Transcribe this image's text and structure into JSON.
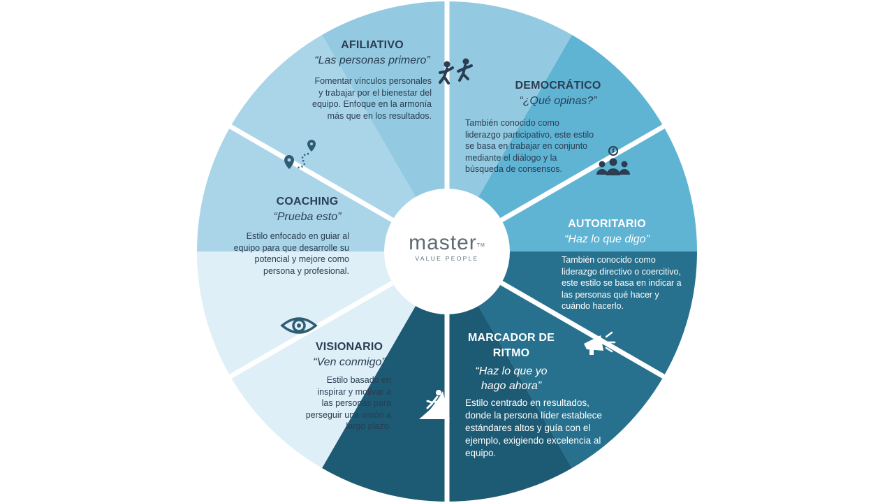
{
  "logo": {
    "main": "master",
    "tm": "TM",
    "sub": "VALUE PEOPLE"
  },
  "segments": {
    "afiliativo": {
      "title": "AFILIATIVO",
      "quote": "“Las personas primero”",
      "desc": "Fomentar vínculos personales y trabajar por el bienestar del equipo. Enfoque en la armonía más que en los resultados.",
      "icon": "people-dancing-icon",
      "color": "#93cae1"
    },
    "democratico": {
      "title": "DEMOCRÁTICO",
      "quote": "“¿Qué opinas?”",
      "desc": "También conocido como liderazgo participativo, este estilo se basa en trabajar en conjunto mediante el diálogo y la búsqueda de consensos.",
      "icon": "team-idea-icon",
      "color": "#5fb3d3"
    },
    "autoritario": {
      "title": "AUTORITARIO",
      "quote": "“Haz lo que digo”",
      "desc": "También conocido como liderazgo directivo o coercitivo, este estilo se basa en indicar a las personas qué hacer y cuándo hacerlo.",
      "icon": "megaphone-icon",
      "color": "#27718e"
    },
    "marcador": {
      "title": "MARCADOR DE RITMO",
      "quote": "“Haz lo que yo hago ahora”",
      "desc": "Estilo centrado en resultados, donde la persona líder establece estándares altos y guía con el ejemplo, exigiendo excelencia al equipo.",
      "icon": "climber-icon",
      "color": "#1d5a73"
    },
    "visionario": {
      "title": "VISIONARIO",
      "quote": "“Ven conmigo”",
      "desc": "Estilo basado en inspirar y motivar a las personas para perseguir una visión a largo plazo.",
      "icon": "eye-icon",
      "color": "#deeff7"
    },
    "coaching": {
      "title": "COACHING",
      "quote": "“Prueba esto”",
      "desc": "Estilo enfocado en guiar al equipo para que desarrolle su potencial y mejore como persona y profesional.",
      "icon": "route-pins-icon",
      "color": "#aad5e8"
    }
  },
  "colors": {
    "dark_text": "#2a3d52",
    "icon_dark": "#2f5c72",
    "background": "#ffffff"
  }
}
